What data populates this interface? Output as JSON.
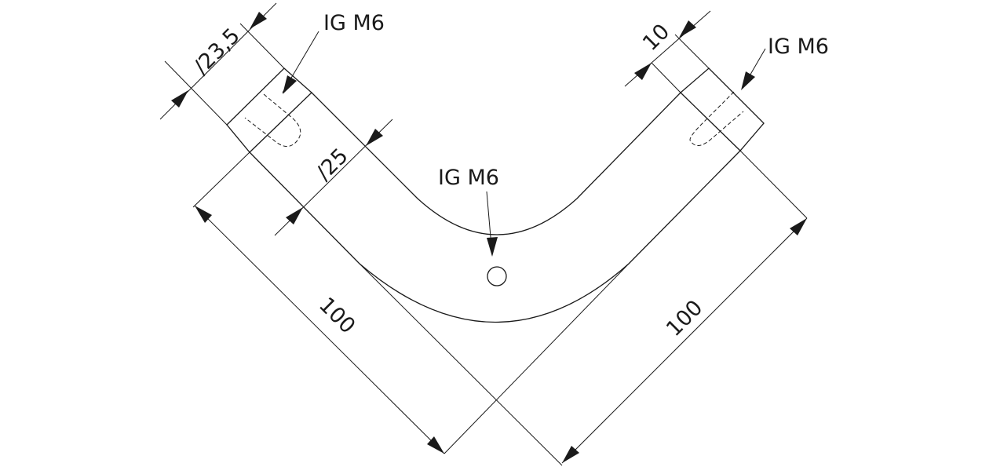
{
  "labels": {
    "thread_left": "IG M6",
    "thread_right": "IG M6",
    "thread_center": "IG M6",
    "dia_end": "∕23,5",
    "dia_tube": "∕25",
    "dim_offset": "10",
    "dim_left_leg": "100",
    "dim_right_leg": "100"
  }
}
